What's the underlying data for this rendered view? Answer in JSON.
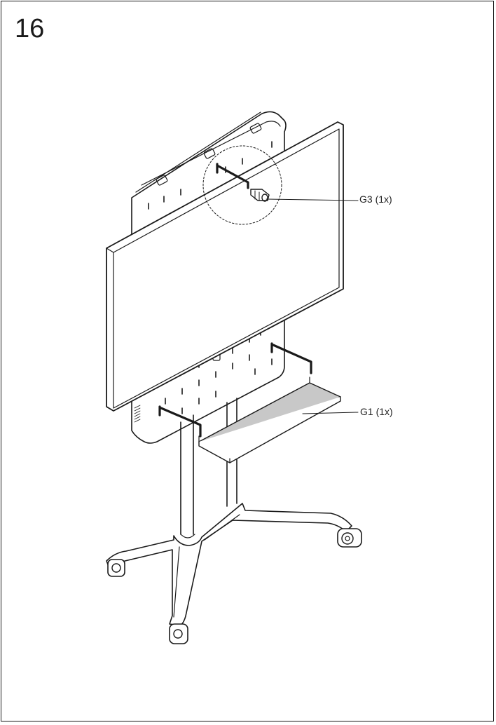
{
  "step": {
    "number": "16"
  },
  "callouts": {
    "g3": "G3 (1x)",
    "g1": "G1 (1x)"
  },
  "colors": {
    "line": "#1a1a1a",
    "shelf_fill": "#c8c8c8",
    "background": "#ffffff"
  }
}
